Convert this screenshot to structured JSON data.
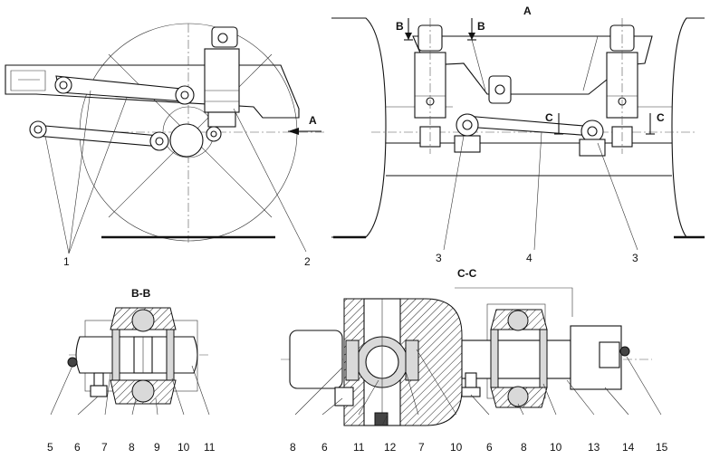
{
  "view_labels": {
    "view_a": "A",
    "section_bb": "B-B",
    "section_cc": "C-C"
  },
  "cut_marks": {
    "arrow_a": "A",
    "b_left": "B",
    "b_right": "B",
    "c_left": "C",
    "c_right": "C"
  },
  "callouts_top": [
    "1",
    "2",
    "3",
    "4",
    "3"
  ],
  "callouts_bb": [
    "5",
    "6",
    "7",
    "8",
    "9",
    "10",
    "11"
  ],
  "callouts_cc": [
    "8",
    "6",
    "11",
    "12",
    "7",
    "10",
    "6",
    "8",
    "10",
    "13",
    "14",
    "15"
  ]
}
